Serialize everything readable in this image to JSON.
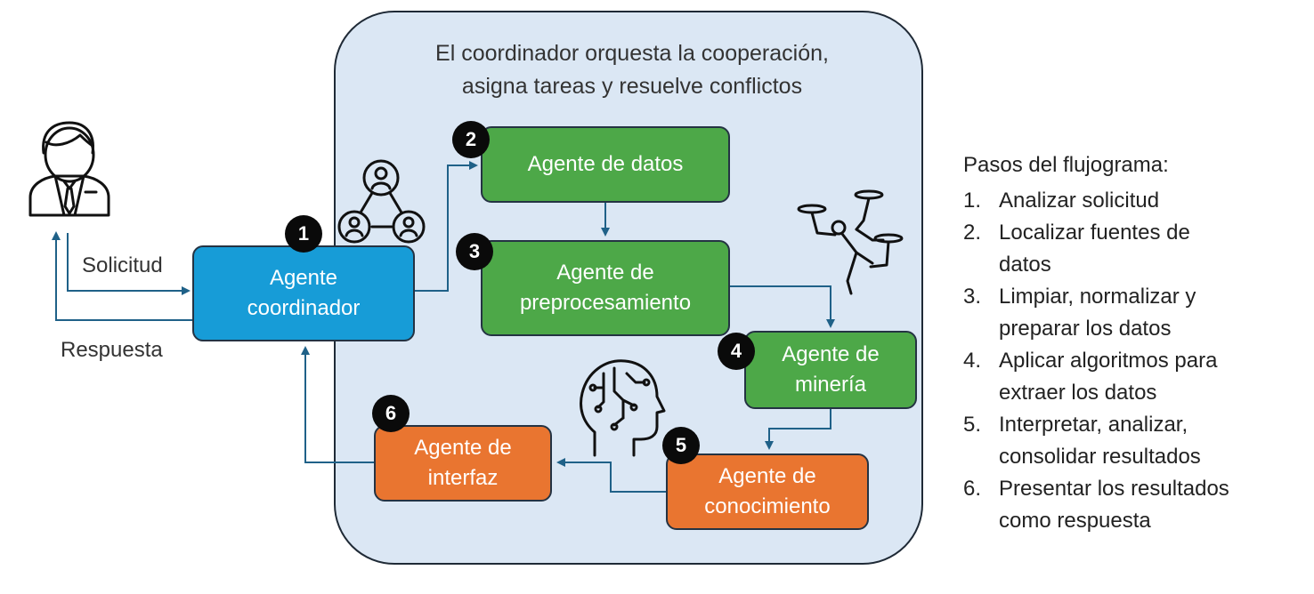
{
  "caption": {
    "line1": "El coordinador orquesta la cooperación,",
    "line2": "asigna tareas y resuelve conflictos"
  },
  "labels": {
    "request": "Solicitud",
    "response": "Respuesta"
  },
  "agents": {
    "coordinator": {
      "number": "1",
      "line1": "Agente",
      "line2": "coordinador",
      "color": "#179cd7"
    },
    "data": {
      "number": "2",
      "line1": "Agente de datos",
      "color": "#4da848"
    },
    "preprocessing": {
      "number": "3",
      "line1": "Agente de",
      "line2": "preprocesamiento",
      "color": "#4da848"
    },
    "mining": {
      "number": "4",
      "line1": "Agente de",
      "line2": "minería",
      "color": "#4da848"
    },
    "knowledge": {
      "number": "5",
      "line1": "Agente de",
      "line2": "conocimiento",
      "color": "#e97530"
    },
    "interface": {
      "number": "6",
      "line1": "Agente de",
      "line2": "interfaz",
      "color": "#e97530"
    }
  },
  "steps": {
    "title": "Pasos del flujograma:",
    "items": [
      {
        "num": "1.",
        "line1": "Analizar solicitud"
      },
      {
        "num": "2.",
        "line1": "Localizar fuentes de",
        "line2": "datos"
      },
      {
        "num": "3.",
        "line1": "Limpiar, normalizar y",
        "line2": "preparar los datos"
      },
      {
        "num": "4.",
        "line1": "Aplicar algoritmos para",
        "line2": "extraer los datos"
      },
      {
        "num": "5.",
        "line1": "Interpretar, analizar,",
        "line2": "consolidar resultados"
      },
      {
        "num": "6.",
        "line1": "Presentar los resultados",
        "line2": "como respuesta"
      }
    ]
  },
  "icons": [
    "user-icon",
    "team-network-icon",
    "drone-delivery-icon",
    "ai-brain-icon"
  ],
  "colors": {
    "arrow": "#1f6188",
    "container": "#dbe7f4"
  }
}
